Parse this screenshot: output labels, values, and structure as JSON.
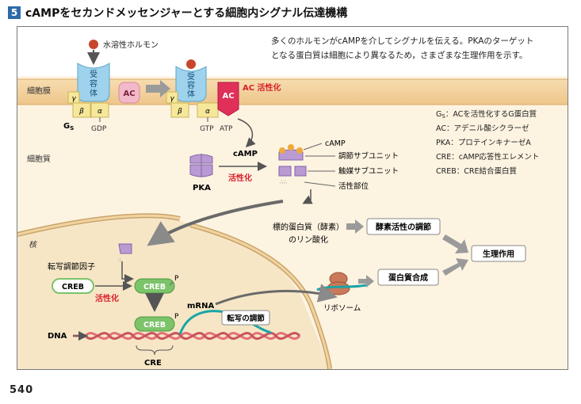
{
  "header": {
    "number": "5",
    "title": "cAMPをセカンドメッセンジャーとする細胞内シグナル伝達機構"
  },
  "intro": {
    "line1": "多くのホルモンがcAMPを介してシグナルを伝える。PKAのターゲット",
    "line2": "となる蛋白質は細胞により異なるため，さまざまな生理作用を示す。"
  },
  "labels": {
    "hormone": "水溶性ホルモン",
    "membrane": "細胞膜",
    "cytoplasm": "細胞質",
    "nucleus": "核",
    "receptor_1": "受",
    "receptor_2": "容",
    "receptor_3": "体",
    "gamma": "γ",
    "beta": "β",
    "alpha": "α",
    "ac": "AC",
    "gs": "G",
    "gs_sub": "S",
    "gdp": "GDP",
    "gtp": "GTP",
    "atp": "ATP",
    "ac_activation": "AC 活性化",
    "camp_bold": "cAMP",
    "camp": "cAMP",
    "regulatory": "調節サブユニット",
    "catalytic": "触媒サブユニット",
    "active_site": "活性部位",
    "activation": "活性化",
    "pka": "PKA",
    "target_1": "標的蛋白質（酵素）",
    "target_2": "のリン酸化",
    "enzyme_reg": "酵素活性の調節",
    "physiology": "生理作用",
    "protein_synth": "蛋白質合成",
    "ribosome": "リボソーム",
    "tf": "転写調節因子",
    "creb": "CREB",
    "p": "P",
    "activation2": "活性化",
    "mrna": "mRNA",
    "transcription_reg": "転写の調節",
    "dna": "DNA",
    "cre": "CRE"
  },
  "legend": [
    {
      "term": "G",
      "sub": "S",
      "desc": "：ACを活性化するG蛋白質"
    },
    {
      "term": "AC",
      "sub": "",
      "desc": "：アデニル酸シクラーゼ"
    },
    {
      "term": "PKA",
      "sub": "",
      "desc": "：プロテインキナーゼA"
    },
    {
      "term": "CRE",
      "sub": "",
      "desc": "：cAMP応答性エレメント"
    },
    {
      "term": "CREB",
      "sub": "",
      "desc": "：CRE結合蛋白質"
    }
  ],
  "colors": {
    "membrane": "#f3d6a0",
    "cytoplasm": "#fdf3e1",
    "nucleus": "#f7ead0",
    "receptor": "#9fd2ec",
    "gamma_beta": "#f6e79a",
    "alpha": "#f6e79a",
    "ac": "#f2b9c9",
    "ac_active": "#e0305a",
    "pka": "#b99ad3",
    "creb": "#7cc36a",
    "red_text": "#d8202c",
    "dna": "#e4707a",
    "mrna": "#1aa5a5"
  },
  "page_number": "540"
}
